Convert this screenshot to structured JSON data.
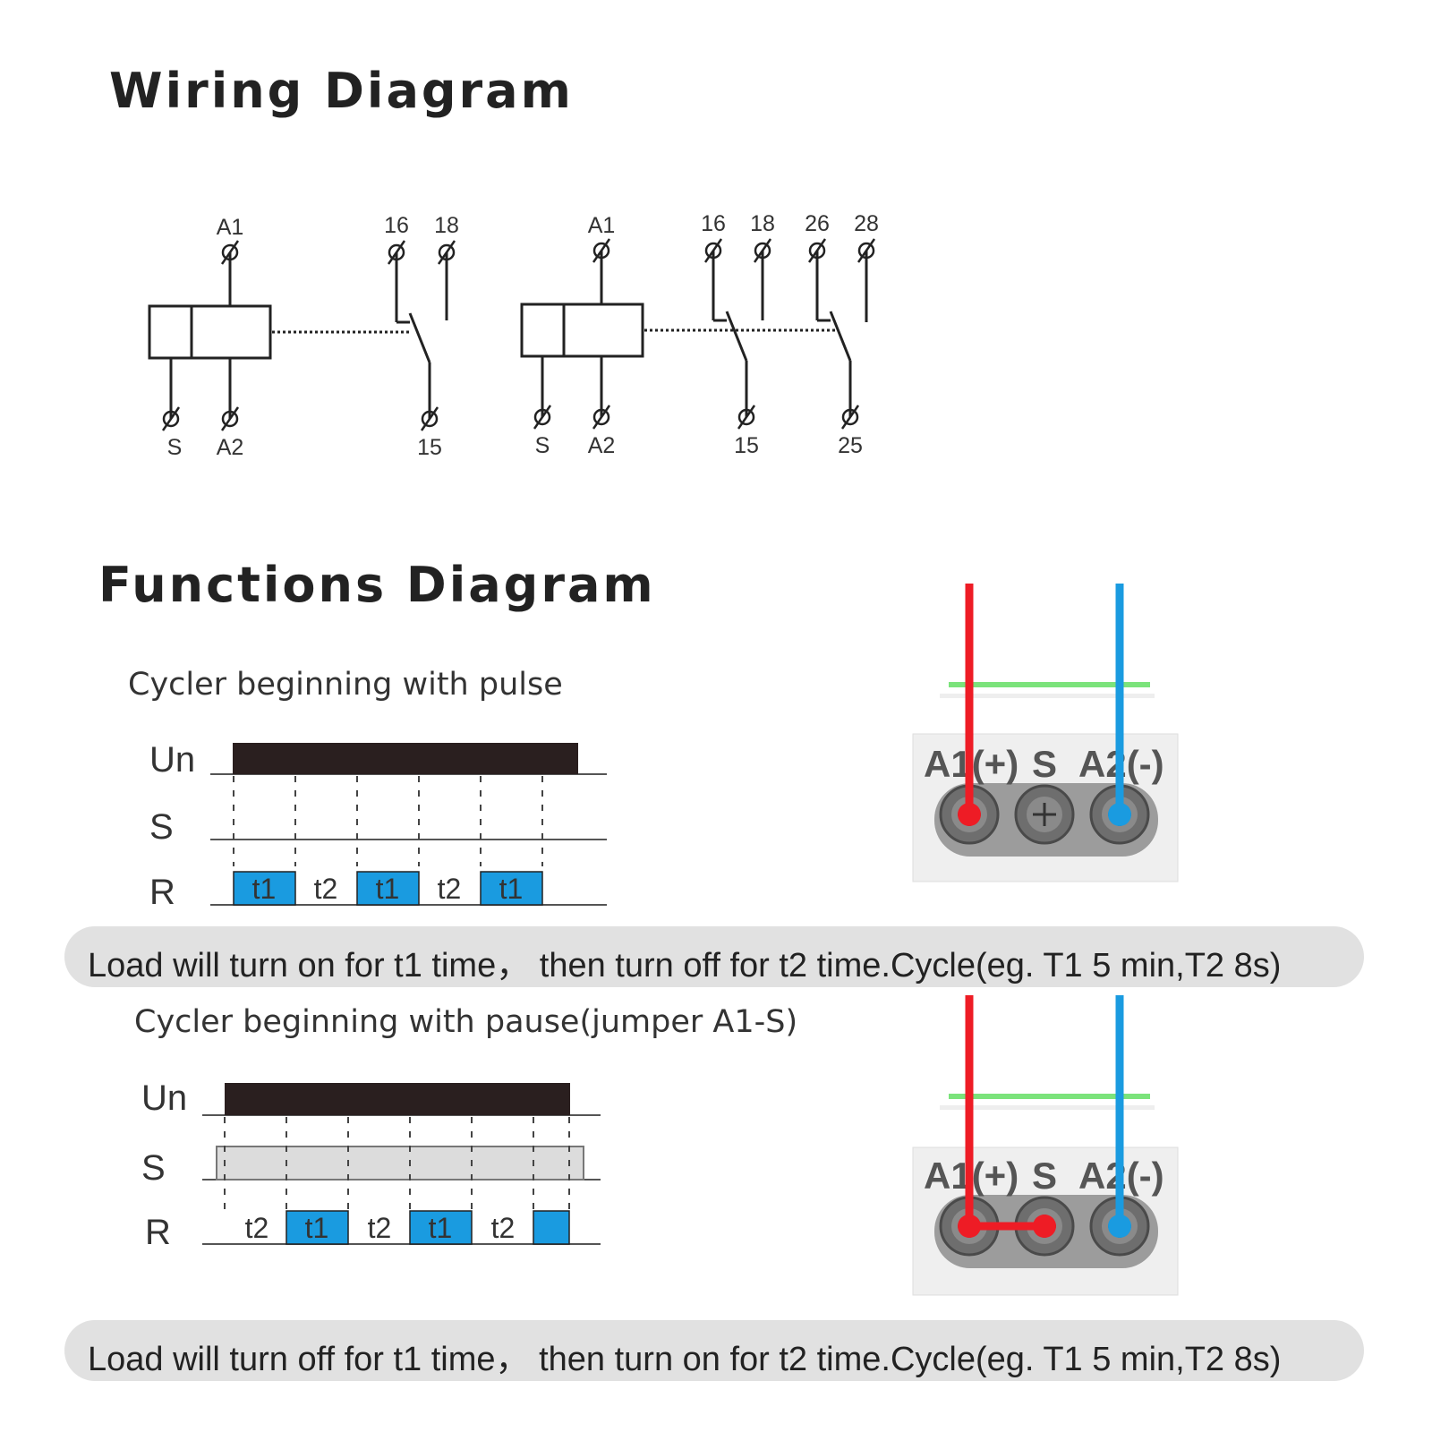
{
  "titles": {
    "wiring": "Wiring Diagram",
    "functions": "Functions Diagram"
  },
  "wiring": {
    "relay1": {
      "coil_top": "A1",
      "coil_bottom": [
        "S",
        "A2"
      ],
      "contact_top": [
        "16",
        "18"
      ],
      "contact_bottom": "15"
    },
    "relay2": {
      "coil_top": "A1",
      "coil_bottom": [
        "S",
        "A2"
      ],
      "contact_top": [
        "16",
        "18",
        "26",
        "28"
      ],
      "contact_bottom": [
        "15",
        "25"
      ]
    }
  },
  "functions": {
    "pulse": {
      "subtitle": "Cycler beginning with pulse",
      "rows": [
        "Un",
        "S",
        "R"
      ],
      "segments": [
        "t1",
        "t2",
        "t1",
        "t2",
        "t1"
      ],
      "caption": "Load will turn on for t1 time， then turn off for t2 time.Cycle(eg. T1 5 min,T2 8s)"
    },
    "pause": {
      "subtitle": "Cycler beginning with pause(jumper A1-S)",
      "rows": [
        "Un",
        "S",
        "R"
      ],
      "segments": [
        "t2",
        "t1",
        "t2",
        "t1",
        "t2",
        ""
      ],
      "caption": "Load will turn off for t1 time， then turn on for t2 time.Cycle(eg. T1 5 min,T2 8s)"
    }
  },
  "terminal": {
    "labels": [
      "A1(+)",
      "S",
      "A2(-)"
    ]
  },
  "colors": {
    "pulse_fill": "#1a9be0",
    "supply_bar": "#2a1f1f",
    "wire_positive": "#ee1c25",
    "wire_negative": "#1a9be0",
    "caption_bg": "#e1e1e1"
  }
}
